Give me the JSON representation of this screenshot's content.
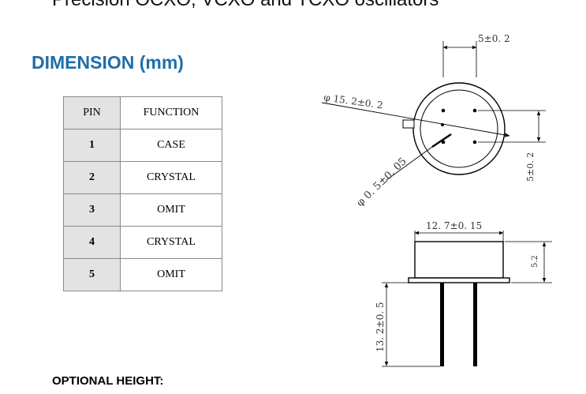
{
  "header": {
    "partial_title": "Precision OCXO, VCXO and TCXO oscillators"
  },
  "section": {
    "title": "DIMENSION (mm)"
  },
  "pin_table": {
    "headers": [
      "PIN",
      "FUNCTION"
    ],
    "rows": [
      {
        "pin": "1",
        "function": "CASE"
      },
      {
        "pin": "2",
        "function": "CRYSTAL"
      },
      {
        "pin": "3",
        "function": "OMIT"
      },
      {
        "pin": "4",
        "function": "CRYSTAL"
      },
      {
        "pin": "5",
        "function": "OMIT"
      }
    ]
  },
  "drawing": {
    "pin_spacing": "5±0. 2",
    "diameter": "φ 15. 2±0. 2",
    "pin_diameter": "φ 0. 5±0. 05",
    "vertical_spacing": "5±0. 2",
    "body_width": "12. 7±0. 15",
    "body_height": "5.2",
    "lead_length": "13. 2±0. 5"
  },
  "footer": {
    "optional_height": "OPTIONAL HEIGHT:"
  }
}
